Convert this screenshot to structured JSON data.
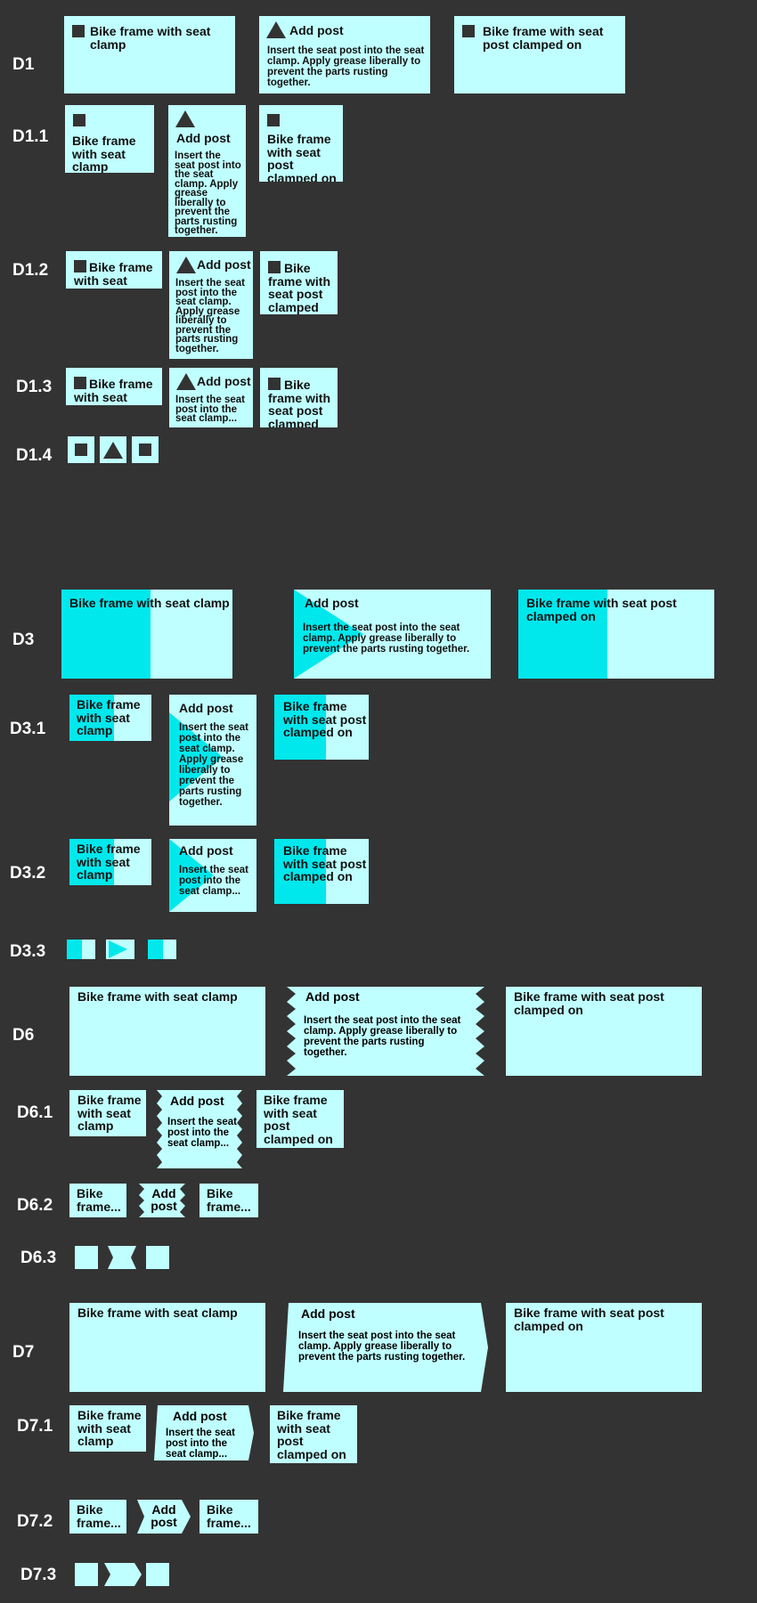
{
  "rows": {
    "d1": "D1",
    "d1_1": "D1.1",
    "d1_2": "D1.2",
    "d1_3": "D1.3",
    "d1_4": "D1.4",
    "d3": "D3",
    "d3_1": "D3.1",
    "d3_2": "D3.2",
    "d3_3": "D3.3",
    "d6": "D6",
    "d6_1": "D6.1",
    "d6_2": "D6.2",
    "d6_3": "D6.3",
    "d7": "D7",
    "d7_1": "D7.1",
    "d7_2": "D7.2",
    "d7_3": "D7.3"
  },
  "text": {
    "frame": "Bike frame with seat clamp",
    "add": "Add post",
    "desc": "Insert the seat post into the seat clamp.  Apply grease liberally to prevent the parts rusting together.",
    "desc_short": "Insert the seat post into the seat clamp...",
    "clamped": "Bike frame with seat post clamped on",
    "frame_short": "Bike frame...",
    "add_line1": "Add",
    "add_line2": "post"
  },
  "colors": {
    "background": "#333333",
    "card": "#c0ffff",
    "accent": "#00e8ec",
    "glyph": "#333333"
  },
  "icons": [
    "square-icon",
    "triangle-icon"
  ]
}
